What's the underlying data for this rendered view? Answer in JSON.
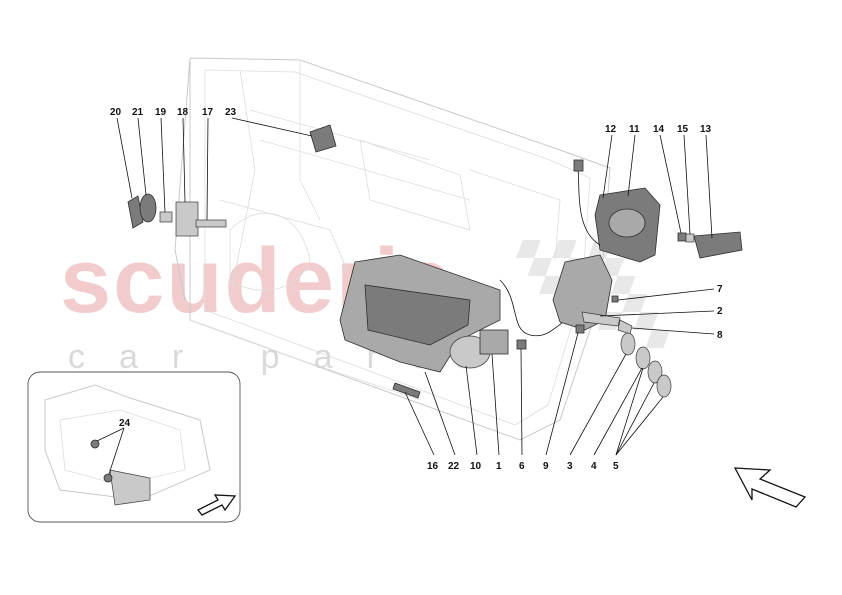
{
  "watermark": {
    "main": "scuderia",
    "sub": "car parts"
  },
  "callouts": [
    {
      "id": "c20",
      "text": "20"
    },
    {
      "id": "c21",
      "text": "21"
    },
    {
      "id": "c19",
      "text": "19"
    },
    {
      "id": "c18",
      "text": "18"
    },
    {
      "id": "c17",
      "text": "17"
    },
    {
      "id": "c23",
      "text": "23"
    },
    {
      "id": "c12",
      "text": "12"
    },
    {
      "id": "c11",
      "text": "11"
    },
    {
      "id": "c14",
      "text": "14"
    },
    {
      "id": "c15",
      "text": "15"
    },
    {
      "id": "c13",
      "text": "13"
    },
    {
      "id": "c7",
      "text": "7"
    },
    {
      "id": "c2",
      "text": "2"
    },
    {
      "id": "c8",
      "text": "8"
    },
    {
      "id": "c16",
      "text": "16"
    },
    {
      "id": "c22",
      "text": "22"
    },
    {
      "id": "c10",
      "text": "10"
    },
    {
      "id": "c1",
      "text": "1"
    },
    {
      "id": "c6",
      "text": "6"
    },
    {
      "id": "c9",
      "text": "9"
    },
    {
      "id": "c3",
      "text": "3"
    },
    {
      "id": "c4",
      "text": "4"
    },
    {
      "id": "c5",
      "text": "5"
    },
    {
      "id": "c24",
      "text": "24"
    }
  ]
}
